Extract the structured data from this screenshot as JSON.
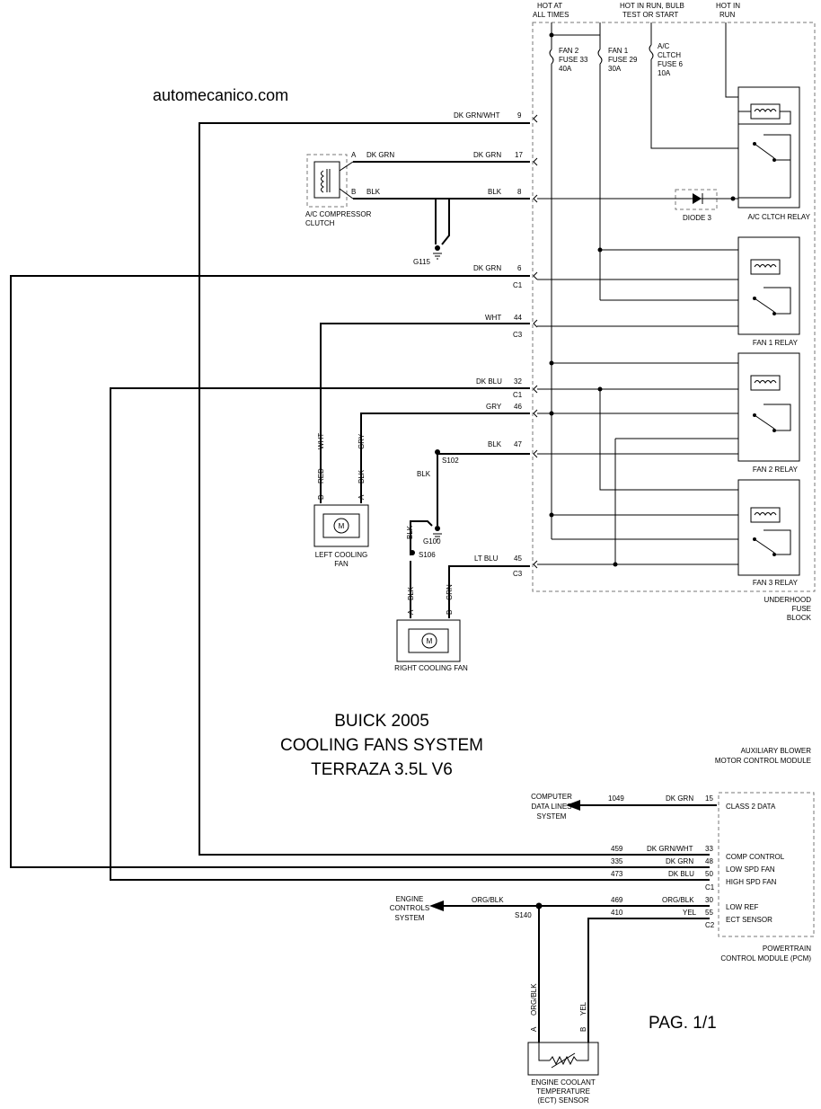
{
  "site": "automecanico.com",
  "title": {
    "line1": "BUICK 2005",
    "line2": "COOLING FANS SYSTEM",
    "line3": "TERRAZA 3.5L V6"
  },
  "page": "PAG. 1/1",
  "power": {
    "hot_at_all_times": [
      "HOT AT",
      "ALL TIMES"
    ],
    "hot_in_run_bulb": [
      "HOT IN RUN, BULB",
      "TEST OR START"
    ],
    "hot_in_run": [
      "HOT IN",
      "RUN"
    ]
  },
  "fuses": {
    "fan2": [
      "FAN 2",
      "FUSE 33",
      "40A"
    ],
    "fan1": [
      "FAN 1",
      "FUSE 29",
      "30A"
    ],
    "ac": [
      "A/C",
      "CLTCH",
      "FUSE 6",
      "10A"
    ]
  },
  "relays": {
    "ac": "A/C CLTCH RELAY",
    "fan1": "FAN 1 RELAY",
    "fan2": "FAN 2 RELAY",
    "fan3": "FAN 3 RELAY",
    "diode": "DIODE 3"
  },
  "fuse_block": [
    "UNDERHOOD",
    "FUSE",
    "BLOCK"
  ],
  "wires": {
    "dkgrnwht": "DK GRN/WHT",
    "dkgrn": "DK GRN",
    "blk": "BLK",
    "wht": "WHT",
    "dkblu": "DK BLU",
    "gry": "GRY",
    "ltblu": "LT BLU",
    "red": "RED",
    "grn": "GRN",
    "orgblk": "ORG/BLK",
    "yel": "YEL"
  },
  "pins": {
    "p9": "9",
    "p17": "17",
    "p8": "8",
    "p6": "6",
    "p44": "44",
    "p32": "32",
    "p46": "46",
    "p47": "47",
    "p45": "45",
    "c1": "C1",
    "c3": "C3",
    "c2": "C2",
    "a": "A",
    "b": "B"
  },
  "components": {
    "ac_clutch": [
      "A/C  COMPRESSOR",
      "CLUTCH"
    ],
    "left_fan": [
      "LEFT COOLING",
      "FAN"
    ],
    "right_fan": "RIGHT COOLING FAN",
    "ect": [
      "ENGINE COOLANT",
      "TEMPERATURE",
      "(ECT) SENSOR"
    ],
    "motor": "M"
  },
  "grounds": {
    "g115": "G115",
    "g100": "G100",
    "s102": "S102",
    "s106": "S106",
    "s140": "S140"
  },
  "aux_module": [
    "AUXILIARY BLOWER",
    "MOTOR CONTROL MODULE"
  ],
  "pcm": [
    "POWERTRAIN",
    "CONTROL MODULE (PCM)"
  ],
  "pcm_pins": {
    "class2": "CLASS 2 DATA",
    "comp": "COMP CONTROL",
    "low": "LOW SPD FAN",
    "high": "HIGH SPD FAN",
    "lowref": "LOW REF",
    "ect": "ECT SENSOR",
    "p15": "15",
    "p33": "33",
    "p48": "48",
    "p50": "50",
    "p30": "30",
    "p55": "55"
  },
  "circuits": {
    "c1049": "1049",
    "c459": "459",
    "c335": "335",
    "c473": "473",
    "c469": "469",
    "c410": "410"
  },
  "systems": {
    "computer": [
      "COMPUTER",
      "DATA LINES",
      "SYSTEM"
    ],
    "engine": [
      "ENGINE",
      "CONTROLS",
      "SYSTEM"
    ]
  }
}
